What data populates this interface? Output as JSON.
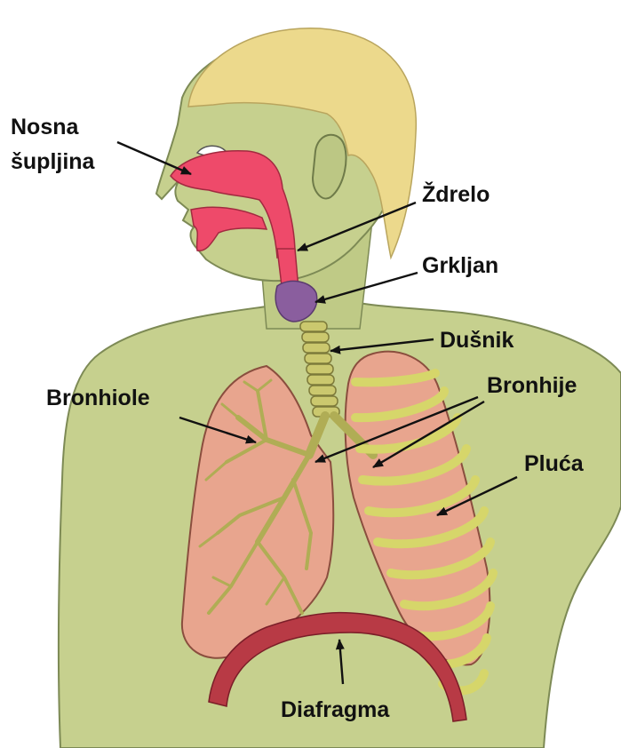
{
  "labels": {
    "nasal_cavity_line1": "Nosna",
    "nasal_cavity_line2": "šupljina",
    "pharynx": "Ždrelo",
    "larynx": "Grkljan",
    "trachea": "Dušnik",
    "bronchioles": "Bronhiole",
    "bronchi": "Bronhije",
    "lungs": "Pluća",
    "diaphragm": "Diafragma"
  },
  "colors": {
    "skin": "#c6d08e",
    "hair": "#ecd98c",
    "airway": "#ee4a6a",
    "larynx": "#8a5e9e",
    "lung": "#e8a58e",
    "bronchial_tree": "#cbc86e",
    "ribs": "#d6d66a",
    "diaphragm": "#b83a45"
  }
}
